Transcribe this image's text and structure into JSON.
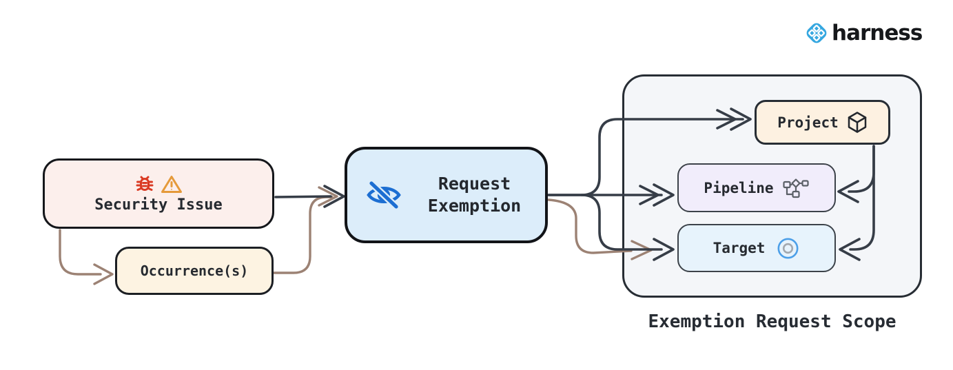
{
  "header": {
    "brand": "harness"
  },
  "diagram": {
    "security_issue": {
      "label": "Security Issue",
      "icons": [
        "bug-icon",
        "warning-icon"
      ],
      "fill": "#fcefec"
    },
    "occurrences": {
      "label": "Occurrence(s)",
      "fill": "#fdf3e2"
    },
    "request_exemption": {
      "line1": "Request",
      "line2": "Exemption",
      "icon": "eye-off-icon",
      "fill": "#dcedfa"
    },
    "scope": {
      "title": "Exemption Request Scope",
      "fill": "#f4f6f9",
      "items": {
        "project": {
          "label": "Project",
          "icon": "package-icon",
          "fill": "#fdf1e1"
        },
        "pipeline": {
          "label": "Pipeline",
          "icon": "pipeline-icon",
          "fill": "#f1edfb"
        },
        "target": {
          "label": "Target",
          "icon": "target-icon",
          "fill": "#e7f3fc"
        }
      }
    },
    "edges": [
      {
        "from": "security_issue",
        "to": "request_exemption",
        "style": "primary"
      },
      {
        "from": "security_issue",
        "to": "occurrences",
        "style": "secondary"
      },
      {
        "from": "occurrences",
        "to": "request_exemption",
        "style": "secondary"
      },
      {
        "from": "request_exemption",
        "to": "project",
        "style": "primary"
      },
      {
        "from": "request_exemption",
        "to": "pipeline",
        "style": "primary"
      },
      {
        "from": "request_exemption",
        "to": "target",
        "style": "primary"
      },
      {
        "from": "request_exemption",
        "to": "target",
        "style": "secondary"
      },
      {
        "from": "project",
        "to": "pipeline",
        "style": "primary"
      },
      {
        "from": "project",
        "to": "target",
        "style": "primary"
      }
    ],
    "colors": {
      "arrow_primary": "#363d47",
      "arrow_secondary": "#9c8274",
      "brand_blue": "#35a7e0",
      "bug_red": "#da3b24",
      "warning_orange": "#e59a3a",
      "eye_blue": "#1c6ed2",
      "target_ring_blue": "#4c9fe8",
      "pipeline_gray": "#5a5f66"
    }
  }
}
